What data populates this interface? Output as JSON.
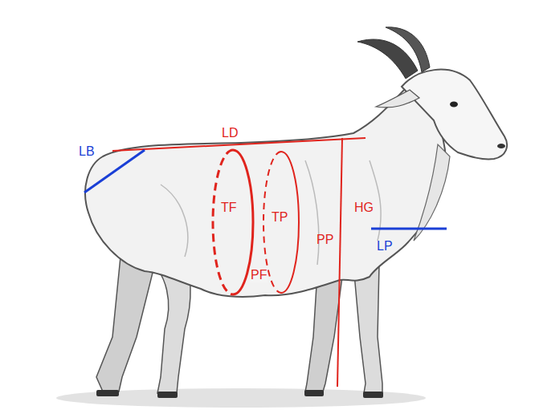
{
  "diagram": {
    "labels": [
      "LD",
      "LB",
      "TF",
      "TP",
      "HG",
      "PP",
      "LP",
      "PF"
    ]
  }
}
